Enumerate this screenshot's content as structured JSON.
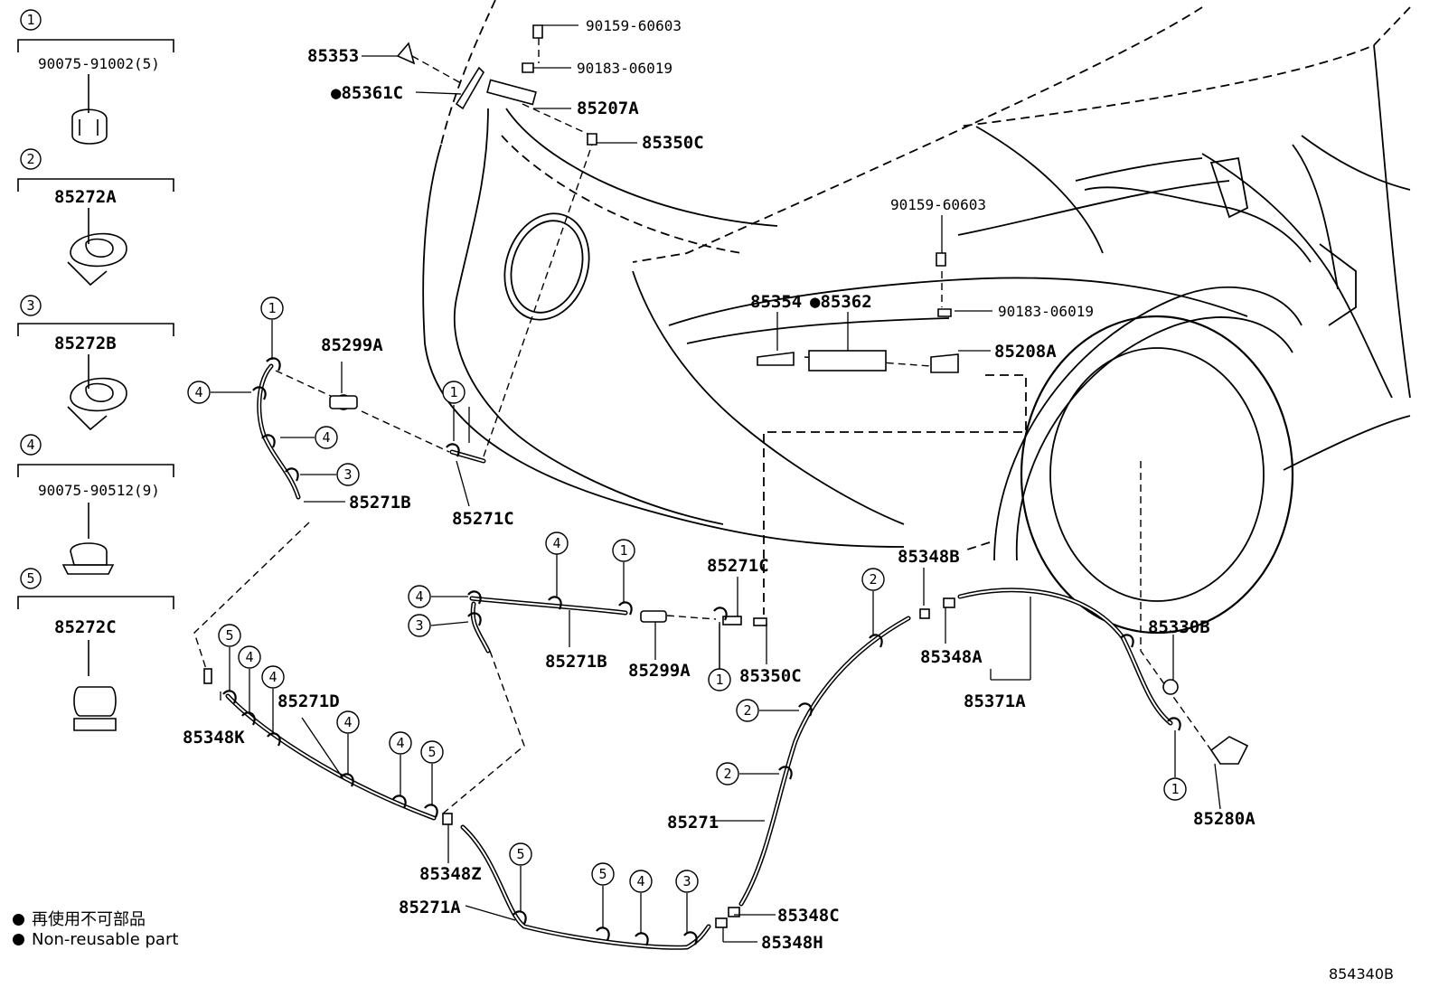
{
  "legend": {
    "jp": "再使用不可部品",
    "en": "Non-reusable part",
    "marker": "●"
  },
  "diagram_code": "854340B",
  "circled_numbers": [
    "1",
    "2",
    "3",
    "4",
    "5"
  ],
  "clips": [
    {
      "num": "1",
      "part": "90075-91002(5)"
    },
    {
      "num": "2",
      "part": "85272A"
    },
    {
      "num": "3",
      "part": "85272B"
    },
    {
      "num": "4",
      "part": "90075-90512(9)"
    },
    {
      "num": "5",
      "part": "85272C"
    }
  ],
  "labels": {
    "p85353": "85353",
    "p85361C": "●85361C",
    "p90159_top": "90159-60603",
    "p90183_top": "90183-06019",
    "p85207A": "85207A",
    "p85350C_top": "85350C",
    "p90159_mid": "90159-60603",
    "p85354": "85354",
    "p85362": "●85362",
    "p90183_mid": "90183-06019",
    "p85208A": "85208A",
    "p85299A_top": "85299A",
    "p85271B_left": "85271B",
    "p85271C_mid": "85271C",
    "p85271C_right": "85271C",
    "p85348B": "85348B",
    "p85271B_mid": "85271B",
    "p85299A_mid": "85299A",
    "p85350C_mid": "85350C",
    "p85348A": "85348A",
    "p85371A": "85371A",
    "p85330B": "85330B",
    "p85280A": "85280A",
    "p85271D": "85271D",
    "p85348K": "85348K",
    "p85348Z": "85348Z",
    "p85271A": "85271A",
    "p85271": "85271",
    "p85348C": "85348C",
    "p85348H": "85348H"
  }
}
